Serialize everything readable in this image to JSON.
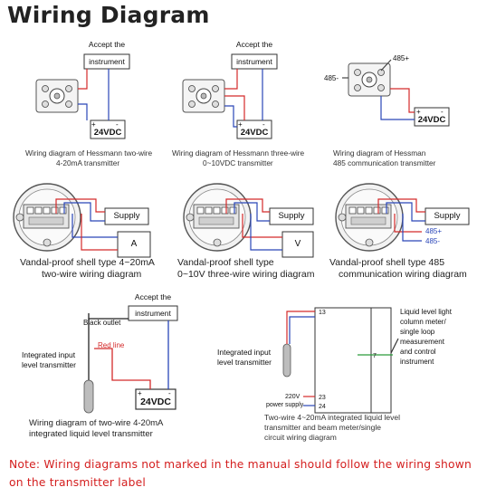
{
  "title": "Wiring Diagram",
  "diagrams": {
    "d1": {
      "instrument_line1": "Accept the",
      "instrument_line2": "instrument",
      "supply": "24VDC",
      "plus": "+",
      "minus": "-",
      "caption_line1": "Wiring diagram of Hessmann two-wire",
      "caption_line2": "4-20mA transmitter"
    },
    "d2": {
      "instrument_line1": "Accept the",
      "instrument_line2": "instrument",
      "supply": "24VDC",
      "plus": "+",
      "minus": "-",
      "caption_line1": "Wiring diagram of Hessmann three-wire",
      "caption_line2": "0~10VDC transmitter"
    },
    "d3": {
      "label_a": "485+",
      "label_b": "485-",
      "supply": "24VDC",
      "plus": "+",
      "minus": "-",
      "caption_line1": "Wiring diagram of Hessman",
      "caption_line2": "485 communication transmitter"
    },
    "d4": {
      "supply": "Supply",
      "meter": "A",
      "caption_line1": "Vandal-proof shell type 4~20mA",
      "caption_line2": "two-wire wiring diagram"
    },
    "d5": {
      "supply": "Supply",
      "meter": "V",
      "caption_line1": "Vandal-proof shell type",
      "caption_line2": "0~10V three-wire wiring diagram"
    },
    "d6": {
      "supply": "Supply",
      "label_a": "485+",
      "label_b": "485-",
      "caption_line1": "Vandal-proof shell type 485",
      "caption_line2": "communication wiring diagram"
    },
    "d7": {
      "instrument_line1": "Accept the",
      "instrument_line2": "instrument",
      "black_outlet": "Black outlet",
      "red_line": "Red line",
      "transmitter_line1": "Integrated input",
      "transmitter_line2": "level transmitter",
      "supply": "24VDC",
      "plus": "+",
      "minus": "-",
      "caption_line1": "Wiring diagram of two-wire 4-20mA",
      "caption_line2": "integrated liquid level transmitter"
    },
    "d8": {
      "transmitter_line1": "Integrated input",
      "transmitter_line2": "level transmitter",
      "power_line1": "220V",
      "power_line2": "power supply",
      "term_13": "13",
      "term_23": "23",
      "term_24": "24",
      "term_7": "7",
      "meter_line1": "Liquid level light",
      "meter_line2": "column meter/",
      "meter_line3": "single loop",
      "meter_line4": "measurement",
      "meter_line5": "and control",
      "meter_line6": "instrument",
      "caption_line1": "Two-wire 4~20mA integrated liquid level",
      "caption_line2": "transmitter and beam meter/single",
      "caption_line3": "circuit wiring diagram"
    }
  },
  "note": "Note: Wiring diagrams not marked in the manual should follow the wiring shown on the transmitter label",
  "colors": {
    "wire_red": "#d42a2a",
    "wire_blue": "#2a46b8",
    "wire_green": "#2a9a3a",
    "note_red": "#d41e1e"
  }
}
